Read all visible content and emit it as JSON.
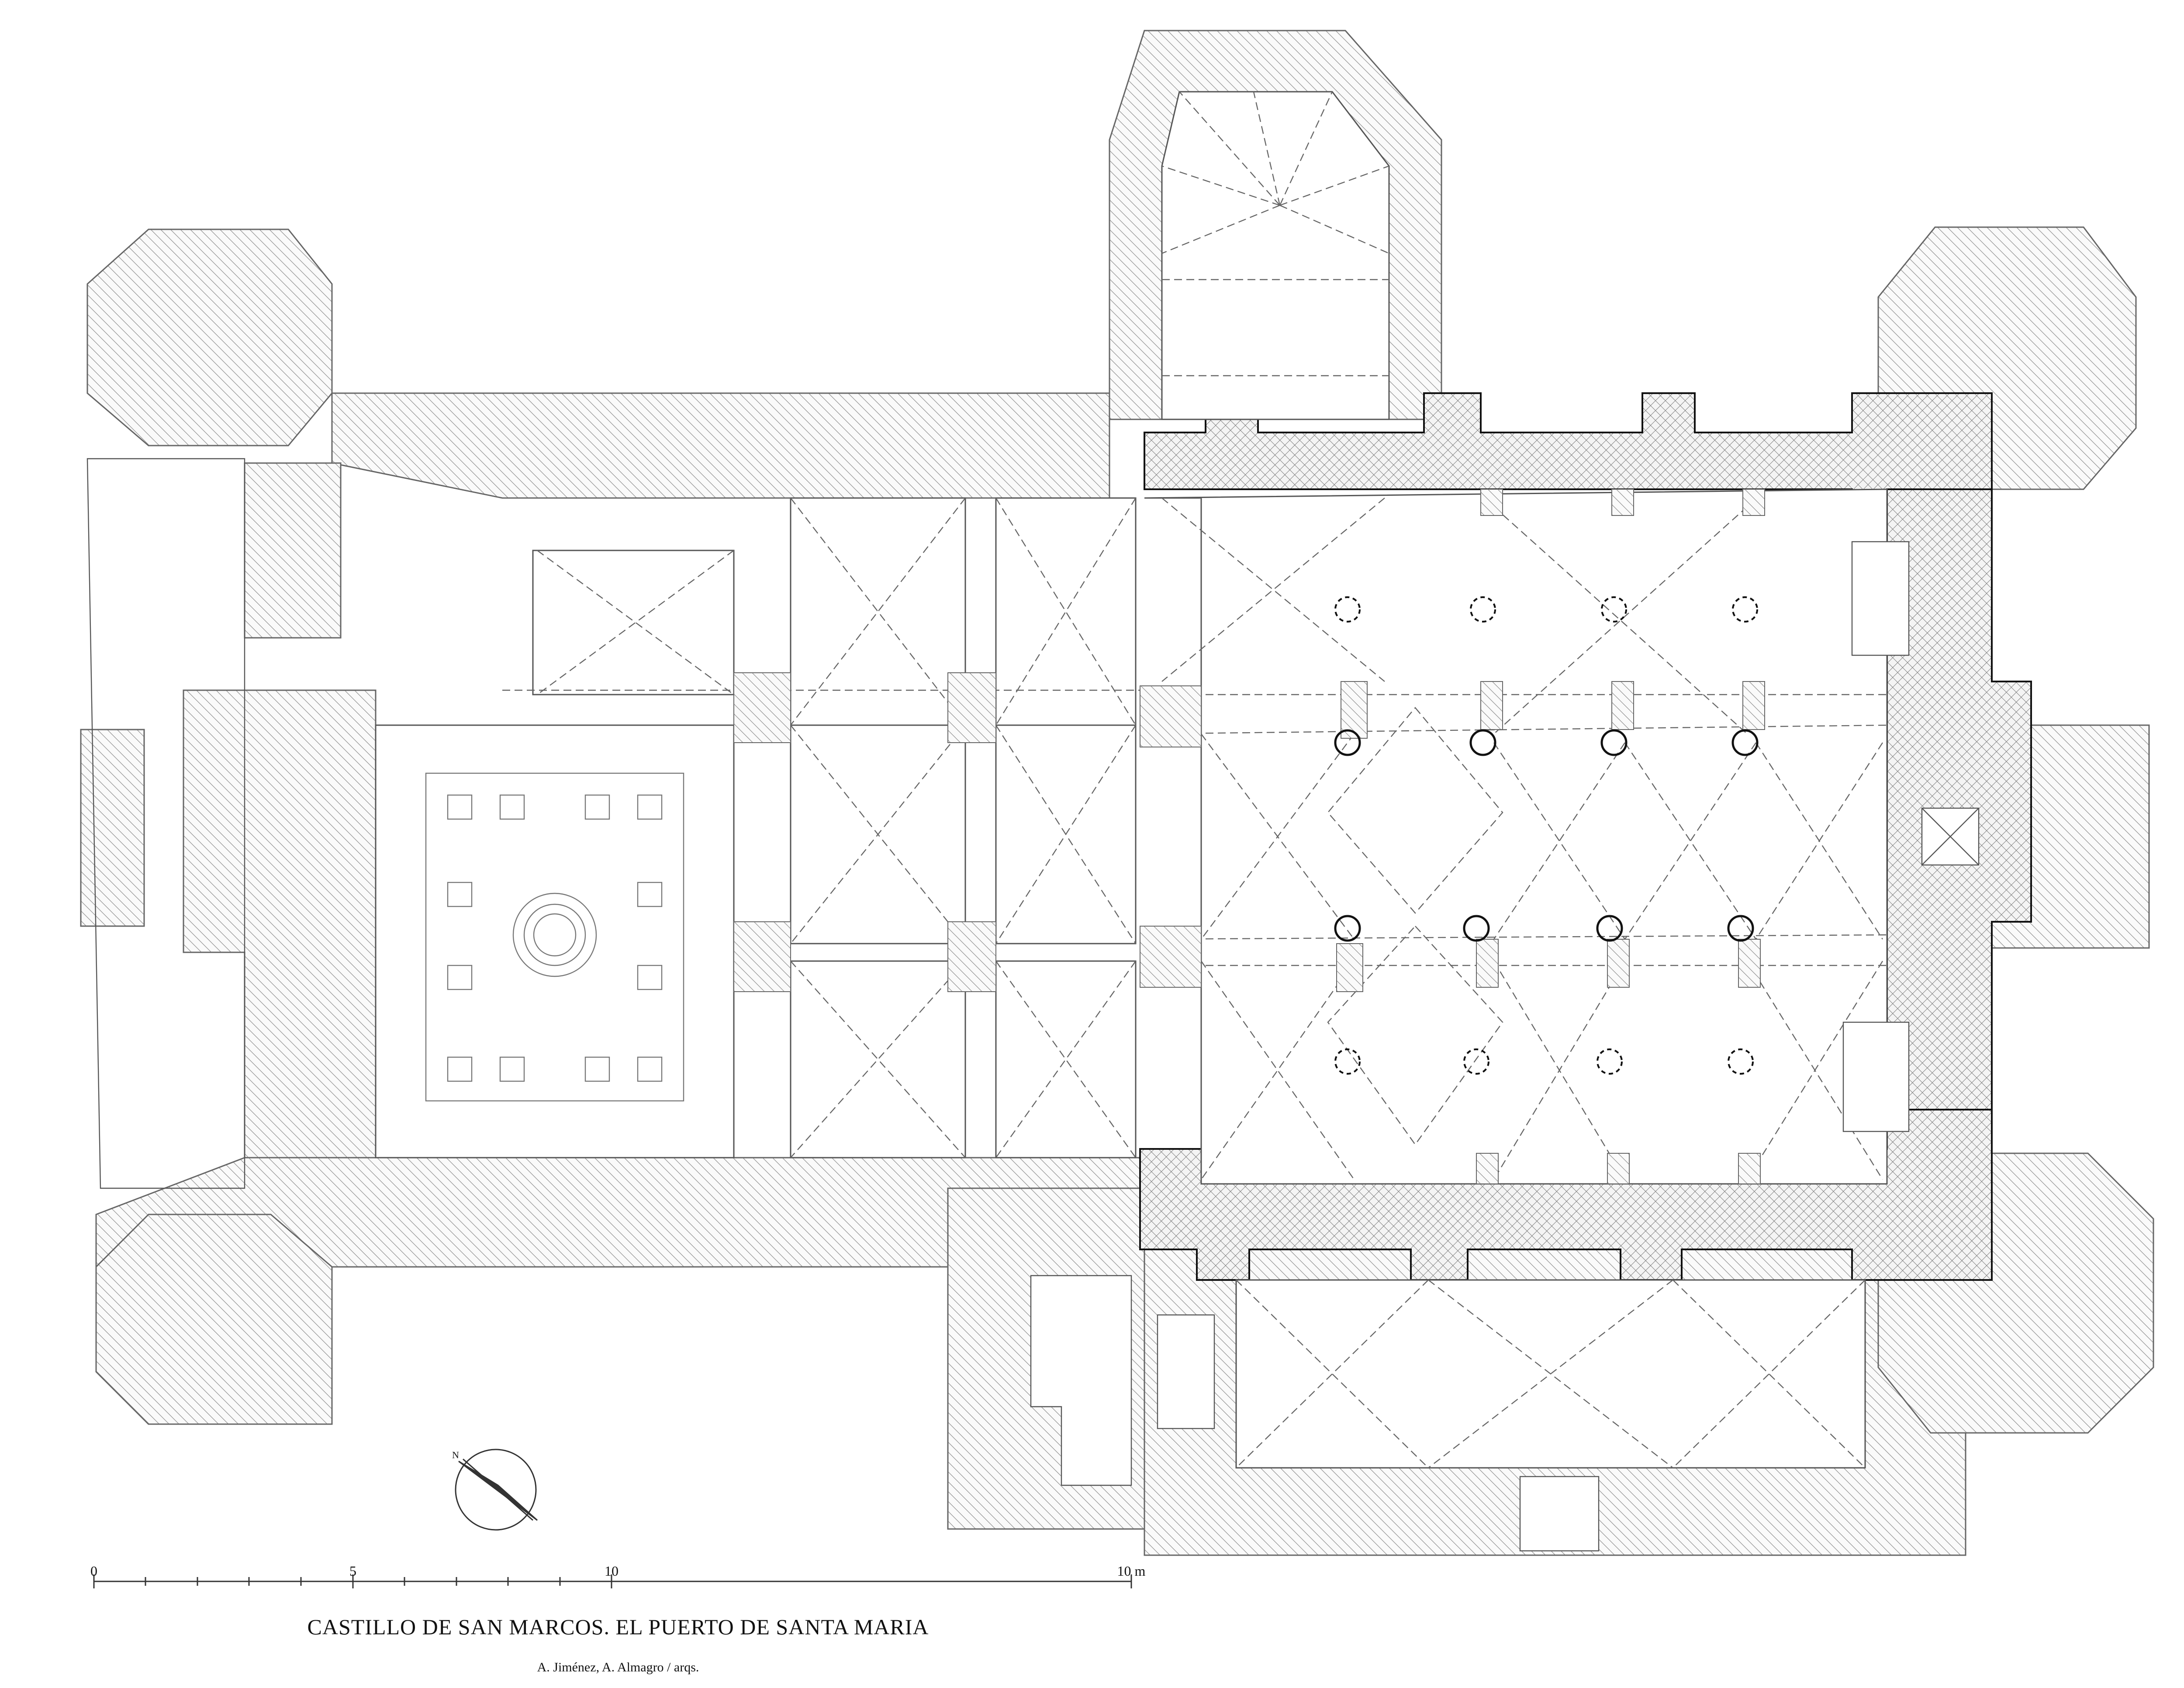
{
  "drawing": {
    "title": "CASTILLO DE SAN MARCOS. EL PUERTO DE SANTA MARIA",
    "authors": "A. Jiménez, A. Almagro / arqs."
  },
  "scale_bar": {
    "labels": [
      "0",
      "5",
      "10",
      "10 m"
    ]
  },
  "north_arrow": {
    "label": "N"
  },
  "colors": {
    "line": "#555555",
    "dark_line": "#111111",
    "hatch": "#8a8a8a"
  }
}
